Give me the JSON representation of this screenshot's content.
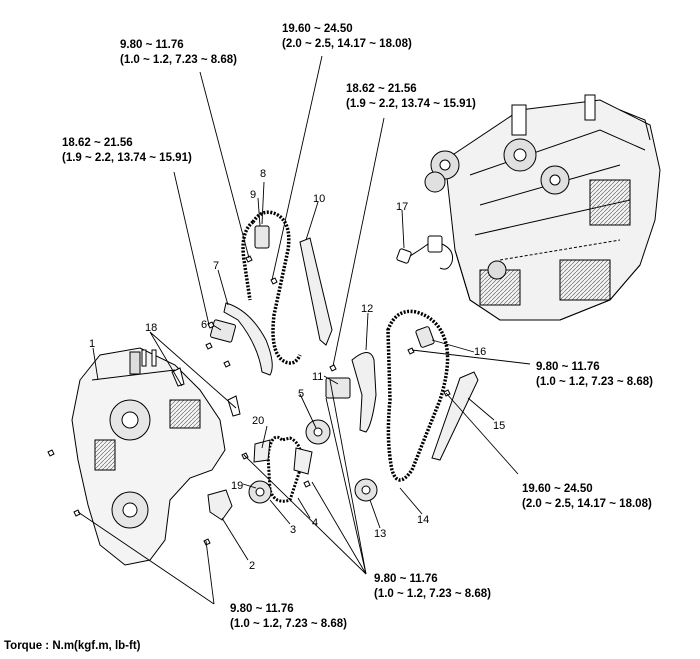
{
  "torque_specs": {
    "t_cam_guide_bolt": [
      "9.80 ~ 11.76",
      "(1.0 ~ 1.2, 7.23 ~ 8.68)"
    ],
    "t_chain_guide_bolt": [
      "19.60 ~ 24.50",
      "(2.0 ~ 2.5, 14.17 ~ 18.08)"
    ],
    "t_tensioner_left": [
      "18.62 ~ 21.56",
      "(1.9 ~ 2.2, 13.74 ~ 15.91)"
    ],
    "t_tensioner_right": [
      "18.62 ~ 21.56",
      "(1.9 ~ 2.2, 13.74 ~ 15.91)"
    ],
    "t_right_guide_bolt": [
      "9.80 ~ 11.76",
      "(1.0 ~ 1.2, 7.23 ~ 8.68)"
    ],
    "t_right_lower_guide": [
      "19.60 ~ 24.50",
      "(2.0 ~ 2.5, 14.17 ~ 18.08)"
    ],
    "t_center_bolts": [
      "9.80 ~ 11.76",
      "(1.0 ~ 1.2, 7.23 ~ 8.68)"
    ],
    "t_cover_bolts": [
      "9.80 ~ 11.76",
      "(1.0 ~ 1.2, 7.23 ~ 8.68)"
    ]
  },
  "part_numbers": {
    "n1": "1",
    "n2": "2",
    "n3": "3",
    "n4": "4",
    "n5": "5",
    "n6": "6",
    "n7": "7",
    "n8": "8",
    "n9": "9",
    "n10": "10",
    "n11": "11",
    "n12": "12",
    "n13": "13",
    "n14": "14",
    "n15": "15",
    "n16": "16",
    "n17": "17",
    "n18": "18",
    "n19": "19",
    "n20": "20"
  },
  "footer": "Torque : N.m(kgf.m, lb-ft)"
}
